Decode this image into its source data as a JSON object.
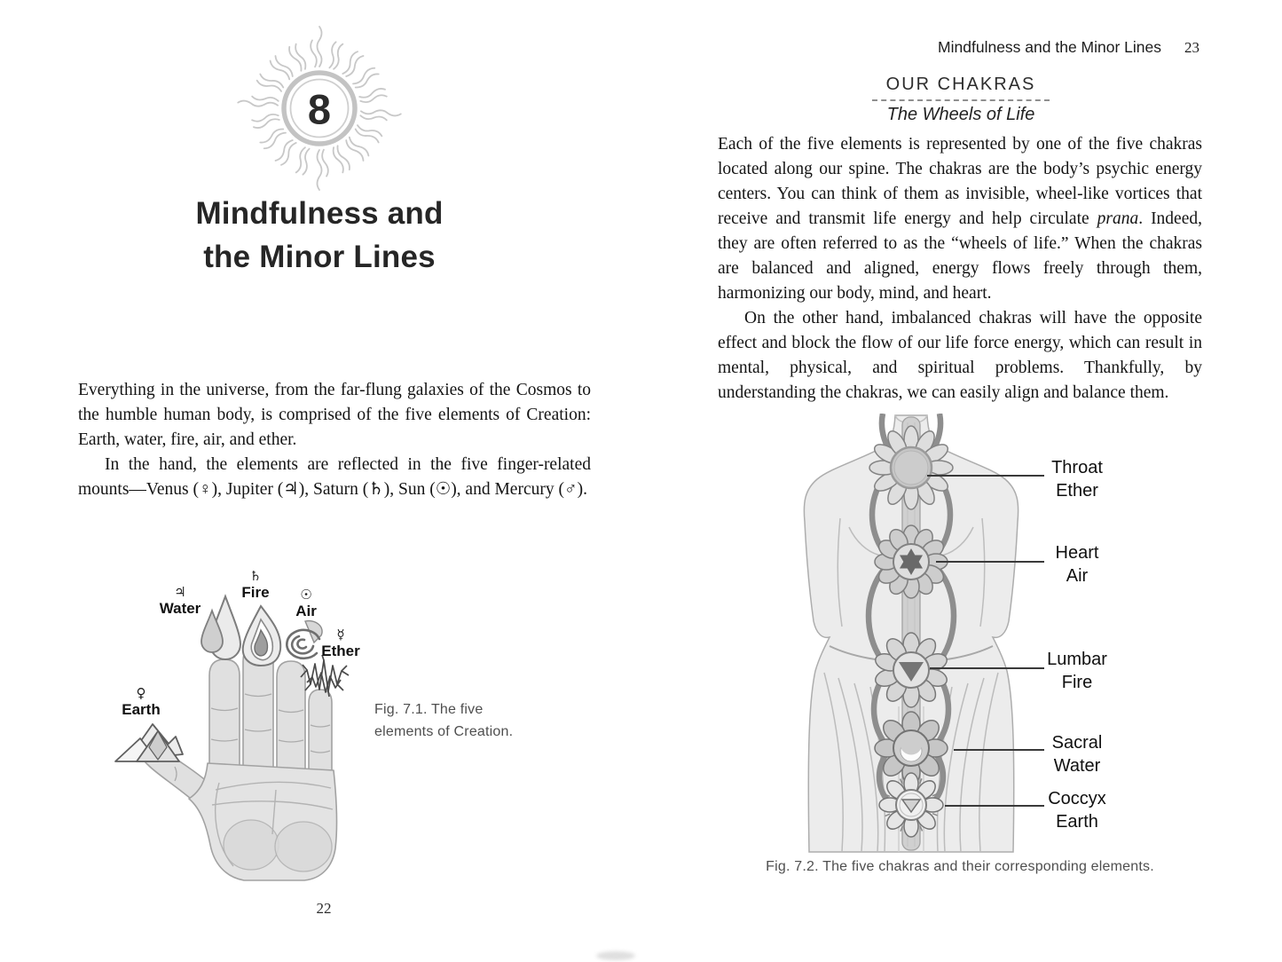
{
  "left_page": {
    "chapter_number": "8",
    "ornament_icon": "sunburst-icon",
    "title_line1": "Mindfulness and",
    "title_line2": "the Minor Lines",
    "paragraph1": "Everything in the universe, from the far-flung galaxies of the Cosmos to the humble human body, is comprised of the five elements of Creation: Earth, water, fire, air, and ether.",
    "paragraph2": "In the hand, the elements are reflected in the five finger-related mounts—Venus (♀), Jupiter (♃), Saturn (♄), Sun (☉), and Mercury (♂).",
    "figure": {
      "icons": [
        "water-drop-icon",
        "flame-icon",
        "air-swirl-icon",
        "ether-vibration-icon",
        "mountain-icon",
        "hand-illustration"
      ],
      "labels": [
        {
          "symbol": "♃",
          "name": "Water"
        },
        {
          "symbol": "♄",
          "name": "Fire"
        },
        {
          "symbol": "☉",
          "name": "Air"
        },
        {
          "symbol": "☿",
          "name": "Ether"
        },
        {
          "symbol": "♀",
          "name": "Earth"
        }
      ],
      "caption_line1": "Fig. 7.1. The five",
      "caption_line2": "elements of Creation."
    },
    "page_number": "22"
  },
  "right_page": {
    "running_header": "Mindfulness and the Minor Lines",
    "page_number": "23",
    "section_title": "OUR CHAKRAS",
    "section_subtitle": "The Wheels of Life",
    "paragraph1_pre": "Each of the five elements is represented by one of the five chakras located along our spine. The chakras are the body’s psychic energy centers. You can think of them as invisible, wheel-like vortices that receive and transmit life energy and help circulate ",
    "paragraph1_italic": "prana",
    "paragraph1_post": ". Indeed, they are often referred to as the “wheels of life.” When the chakras are balanced and aligned, energy flows freely through them, harmonizing our body, mind, and heart.",
    "paragraph2": "On the other hand, imbalanced chakras will have the opposite effect and block the flow of our life force energy, which can result in mental, physical, and spiritual problems. Thankfully, by understanding the chakras, we can easily align and balance them.",
    "figure": {
      "icon": "torso-chakras-illustration",
      "labels": [
        {
          "location": "Throat",
          "element": "Ether"
        },
        {
          "location": "Heart",
          "element": "Air"
        },
        {
          "location": "Lumbar",
          "element": "Fire"
        },
        {
          "location": "Sacral",
          "element": "Water"
        },
        {
          "location": "Coccyx",
          "element": "Earth"
        }
      ],
      "caption": "Fig. 7.2. The five chakras and their corresponding elements."
    }
  }
}
